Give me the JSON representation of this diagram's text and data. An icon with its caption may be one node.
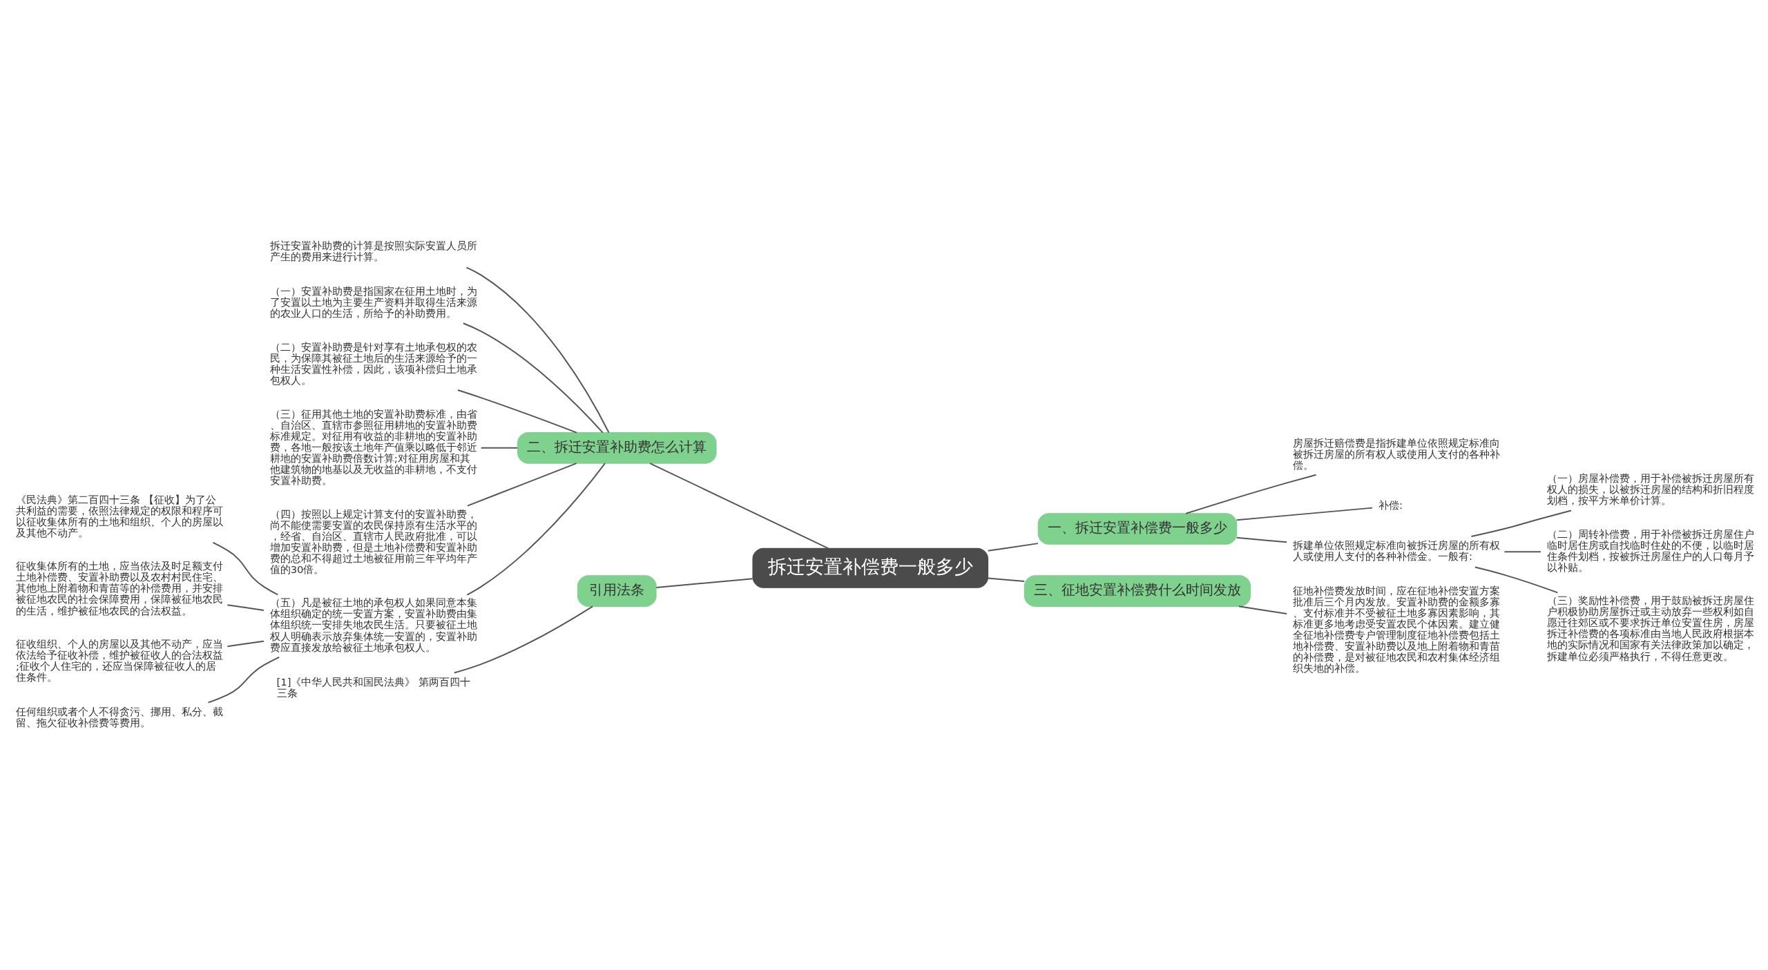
{
  "diagram": {
    "nodes": [
      {
        "text": [
          "拆迁安置补偿费一般多少"
        ]
      },
      {
        "text": [
          "一、拆迁安置补偿费一般多少"
        ]
      },
      {
        "text": [
          "房屋拆迁赔偿费是指拆建单位依照规定标准向被拆迁房屋的所有权人或使用人支付的各种补偿。"
        ]
      },
      {
        "text": [
          "补偿:"
        ]
      },
      {
        "text": [
          "拆建单位依照规定标准向被拆迁房屋的所有权人或使用人支付的各种补偿金。一般有:"
        ]
      },
      {
        "text": [
          "（一）房屋补偿费，用于补偿被拆迁房屋所有权人的损失，以被拆迁房屋的结构和折旧程度划档，按平方米单价计算。"
        ]
      },
      {
        "text": [
          "（二）周转补偿费，用于补偿被拆迁房屋住户临时居住房或自找临时住处的不便，以临时居住条件划档，按被拆迁房屋住户的人口每月予以补贴。"
        ]
      },
      {
        "text": [
          "（三）奖励性补偿费，用于鼓励被拆迁房屋住户积极协助房屋拆迁或主动放弃一些权利如自愿迁往郊区或不要求拆迁单位安置住房，房屋拆迁补偿费的各项标准由当地人民政府根据本地的实际情况和国家有关法律政策加以确定，拆建单位必须严格执行，不得任意更改。"
        ]
      },
      {
        "text": [
          "二、拆迁安置补助费怎么计算"
        ]
      },
      {
        "text": [
          "拆迁安置补助费的计算是按照实际安置人员所产生的费用来进行计算。"
        ]
      },
      {
        "text": [
          "（一）安置补助费是指国家在征用土地时，为了安置以土地为主要生产资料并取得生活来源的农业人口的生活，所给予的补助费用。"
        ]
      },
      {
        "text": [
          "（二）安置补助费是针对享有土地承包权的农民，为保障其被征土地后的生活来源给予的一种生活安置性补偿，因此，该项补偿归土地承包权人。"
        ]
      },
      {
        "text": [
          "（三）征用其他土地的安置补助费标准，由省、自治区、直辖市参照征用耕地的安置补助费标准规定。对征用有收益的非耕地的安置补助费，各地一般按该土地年产值乘以略低于邻近耕地的安置补助费倍数计算;对征用房屋和其他建筑物的地基以及无收益的非耕地，不支付安置补助费。"
        ]
      },
      {
        "text": [
          "（四）按照以上规定计算支付的安置补助费，尚不能使需要安置的农民保持原有生活水平的，经省、自治区、直辖市人民政府批准，可以增加安置补助费，但是土地补偿费和安置补助费的总和不得超过土地被征用前三年平均年产值的30倍。"
        ]
      },
      {
        "text": [
          "（五）凡是被征土地的承包权人如果同意本集体组织确定的统一安置方案，安置补助费由集体组织统一安排失地农民生活。只要被征土地权人明确表示放弃集体统一安置的，安置补助费应直接发放给被征土地承包权人。"
        ]
      },
      {
        "text": [
          "《民法典》第二百四十三条 【征收】为了公共利益的需要，依照法律规定的权限和程序可以征收集体所有的土地和组织、个人的房屋以及其他不动产。"
        ]
      },
      {
        "text": [
          "征收集体所有的土地，应当依法及时足额支付土地补偿费、安置补助费以及农村村民住宅、其他地上附着物和青苗等的补偿费用，并安排被征地农民的社会保障费用，保障被征地农民的生活，维护被征地农民的合法权益。"
        ]
      },
      {
        "text": [
          "征收组织、个人的房屋以及其他不动产，应当依法给予征收补偿，维护被征收人的合法权益;征收个人住宅的，还应当保障被征收人的居住条件。"
        ]
      },
      {
        "text": [
          "任何组织或者个人不得贪污、挪用、私分、截留、拖欠征收补偿费等费用。"
        ]
      },
      {
        "text": [
          "三、征地安置补偿费什么时间发放"
        ]
      },
      {
        "text": [
          "征地补偿费发放时间，应在征地补偿安置方案批准后三个月内发放。安置补助费的金额多寡、支付标准并不受被征土地多寡因素影响，其标准更多地考虑受安置农民个体因素。建立健全征地补偿费专户管理制度征地补偿费包括土地补偿费、安置补助费以及地上附着物和青苗的补偿费，是对被征地农民和农村集体经济组织失地的补偿。"
        ]
      },
      {
        "text": [
          "引用法条"
        ]
      },
      {
        "text": [
          "[1]《中华人民共和国民法典》 第两百四十三条"
        ]
      }
    ],
    "edges": [
      {
        "from": 0,
        "to": 1,
        "arrow": "none"
      },
      {
        "from": 1,
        "to": 2,
        "arrow": "none"
      },
      {
        "from": 1,
        "to": 3,
        "arrow": "none"
      },
      {
        "from": 1,
        "to": 4,
        "arrow": "none"
      },
      {
        "from": 4,
        "to": 5,
        "arrow": "none"
      },
      {
        "from": 4,
        "to": 6,
        "arrow": "none"
      },
      {
        "from": 4,
        "to": 7,
        "arrow": "none"
      },
      {
        "from": 0,
        "to": 8,
        "arrow": "none"
      },
      {
        "from": 8,
        "to": 9,
        "arrow": "none"
      },
      {
        "from": 8,
        "to": 10,
        "arrow": "none"
      },
      {
        "from": 8,
        "to": 11,
        "arrow": "none"
      },
      {
        "from": 8,
        "to": 12,
        "arrow": "none"
      },
      {
        "from": 8,
        "to": 13,
        "arrow": "none"
      },
      {
        "from": 8,
        "to": 14,
        "arrow": "none"
      },
      {
        "from": 14,
        "to": 15,
        "arrow": "none"
      },
      {
        "from": 14,
        "to": 16,
        "arrow": "none"
      },
      {
        "from": 14,
        "to": 17,
        "arrow": "none"
      },
      {
        "from": 14,
        "to": 18,
        "arrow": "none"
      },
      {
        "from": 0,
        "to": 19,
        "arrow": "none"
      },
      {
        "from": 19,
        "to": 20,
        "arrow": "none"
      },
      {
        "from": 0,
        "to": 21,
        "arrow": "none"
      },
      {
        "from": 21,
        "to": 22,
        "arrow": "none"
      }
    ]
  }
}
